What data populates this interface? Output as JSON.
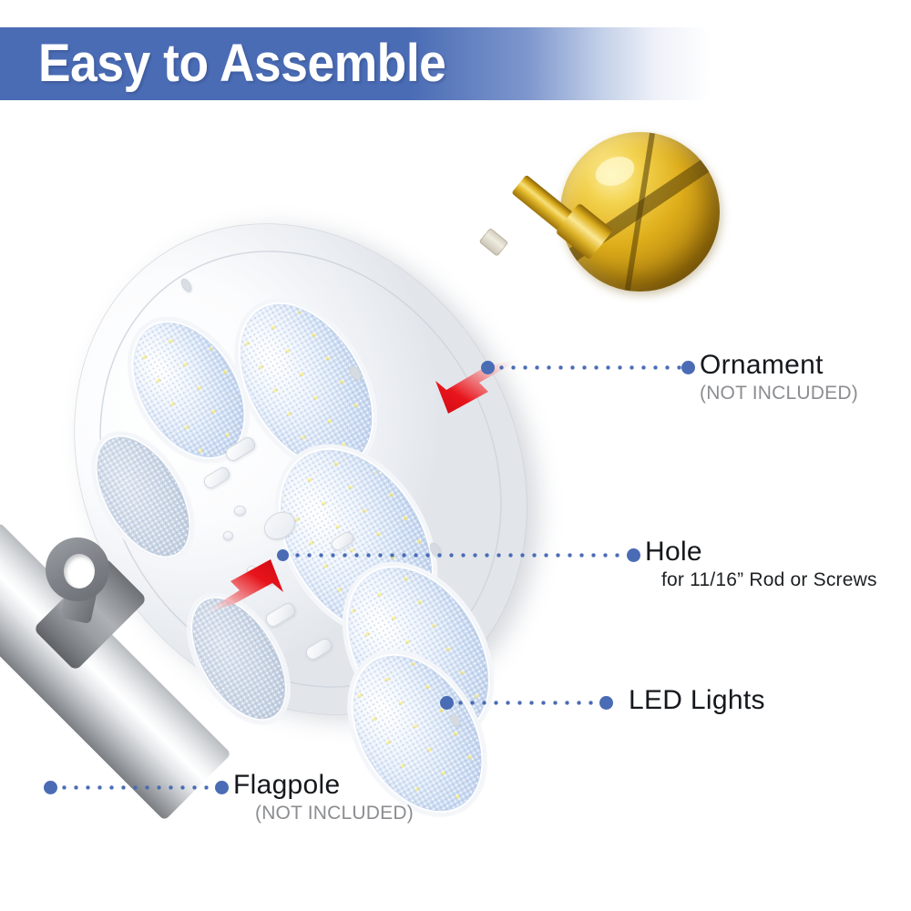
{
  "banner": {
    "title": "Easy to Assemble",
    "color": "#4a6cb5"
  },
  "accent": {
    "dot_color": "#4a6cb5",
    "arrow_color": "#e8141b",
    "gold": "#dfae1b",
    "steel": "#b9bdc1"
  },
  "callouts": [
    {
      "key": "ornament",
      "title": "Ornament",
      "subtitle": "(NOT INCLUDED)",
      "subtitle_style": "gray"
    },
    {
      "key": "hole",
      "title": "Hole",
      "subtitle": "for 11/16” Rod or Screws",
      "subtitle_style": "dark"
    },
    {
      "key": "led_lights",
      "title": "LED Lights",
      "subtitle": "",
      "subtitle_style": "none"
    },
    {
      "key": "flagpole",
      "title": "Flagpole",
      "subtitle": "(NOT INCLUDED)",
      "subtitle_style": "gray"
    }
  ],
  "objects": {
    "solar_disc": "white-oval-solar-flagpole-light",
    "ornament_ball": "gold-sphere-finial",
    "flagpole_tube": "silver-pole-with-eyelet-clamp"
  }
}
